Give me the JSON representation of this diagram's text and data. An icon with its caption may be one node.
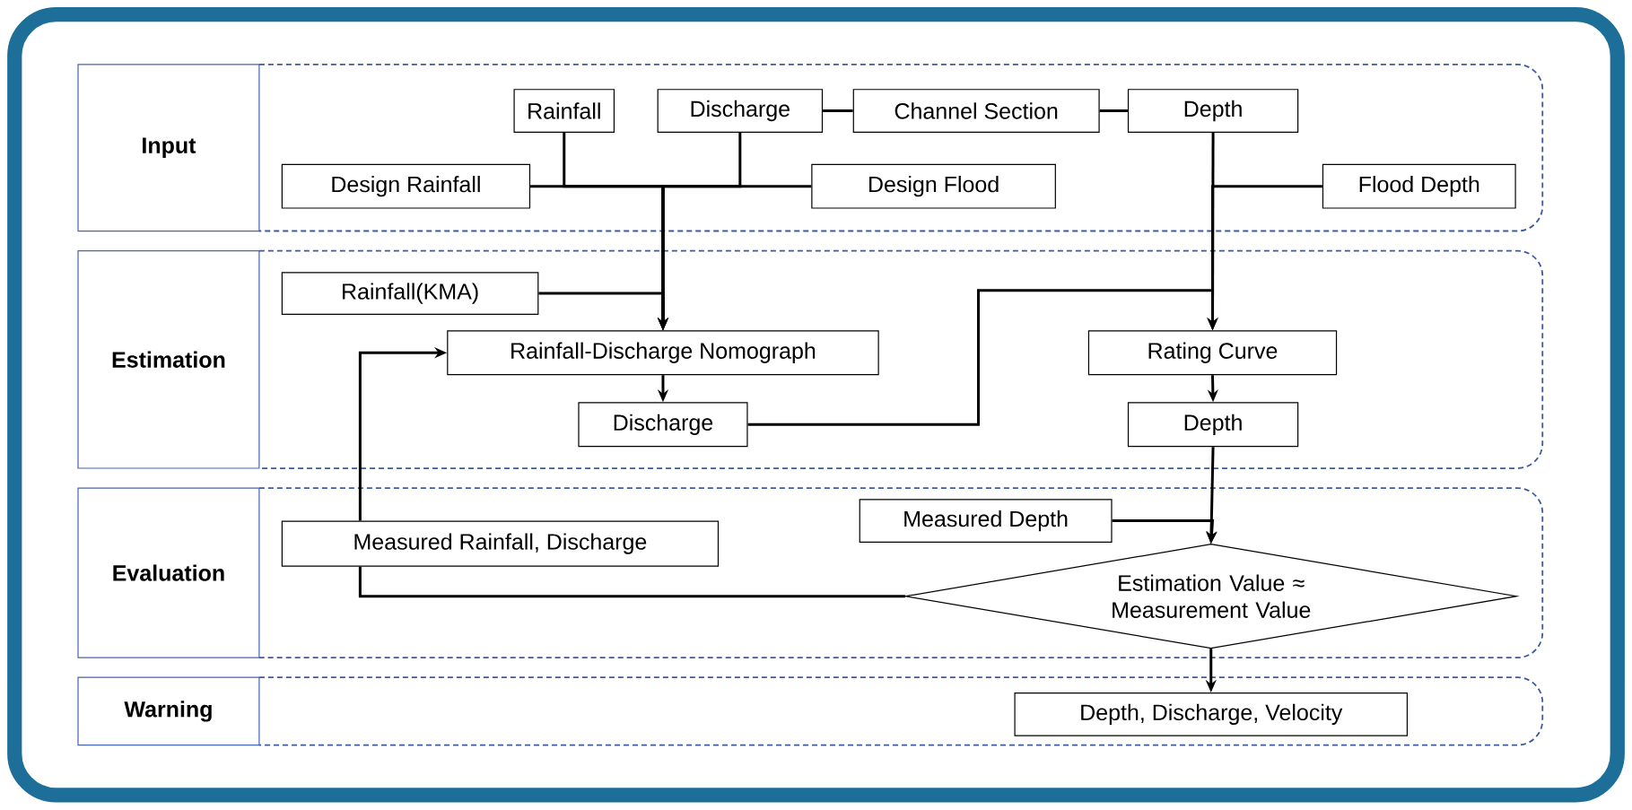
{
  "diagram": {
    "nodes": [
      {
        "text": [
          "Input"
        ]
      },
      {
        "text": [
          "Rainfall"
        ],
        "in": 0
      },
      {
        "text": [
          "Discharge"
        ],
        "in": 0
      },
      {
        "text": [
          "Channel Section"
        ],
        "in": 0
      },
      {
        "text": [
          "Depth"
        ],
        "in": 0
      },
      {
        "text": [
          "Design Rainfall"
        ],
        "in": 0
      },
      {
        "text": [
          "Design Flood"
        ],
        "in": 0
      },
      {
        "text": [
          "Flood Depth"
        ],
        "in": 0
      },
      {
        "text": [
          "Estimation"
        ]
      },
      {
        "text": [
          "Rainfall(KMA)"
        ],
        "in": 8
      },
      {
        "text": [
          "Rainfall-Discharge Nomograph"
        ],
        "in": 8
      },
      {
        "text": [
          "Rating Curve"
        ],
        "in": 8
      },
      {
        "text": [
          "Discharge"
        ],
        "in": 8
      },
      {
        "text": [
          "Depth"
        ],
        "in": 8
      },
      {
        "text": [
          "Evaluation"
        ]
      },
      {
        "text": [
          "Measured Depth"
        ],
        "in": 14
      },
      {
        "text": [
          "Measured Rainfall, Discharge"
        ],
        "in": 14
      },
      {
        "text": [
          "Estimation Value ≈ Measurement Value"
        ],
        "in": 14
      },
      {
        "text": [
          "Warning"
        ]
      },
      {
        "text": [
          "Depth, Discharge, Velocity"
        ],
        "in": 18
      }
    ],
    "edges": [
      {
        "from": 2,
        "to": 3,
        "arrow": "none"
      },
      {
        "from": 3,
        "to": 4,
        "arrow": "none"
      },
      {
        "from": 1,
        "to": 10,
        "arrow": "to"
      },
      {
        "from": 2,
        "to": 10,
        "arrow": "to"
      },
      {
        "from": 5,
        "to": 10,
        "arrow": "to"
      },
      {
        "from": 6,
        "to": 10,
        "arrow": "to"
      },
      {
        "from": 4,
        "to": 11,
        "arrow": "to"
      },
      {
        "from": 7,
        "to": 11,
        "arrow": "to"
      },
      {
        "from": 9,
        "to": 10,
        "arrow": "to"
      },
      {
        "from": 12,
        "to": 11,
        "arrow": "to"
      },
      {
        "from": 10,
        "to": 12,
        "arrow": "to"
      },
      {
        "from": 11,
        "to": 13,
        "arrow": "to"
      },
      {
        "from": 13,
        "to": 17,
        "arrow": "to"
      },
      {
        "from": 15,
        "to": 17,
        "arrow": "to"
      },
      {
        "from": 17,
        "to": 16,
        "arrow": "none"
      },
      {
        "from": 16,
        "to": 10,
        "arrow": "to"
      },
      {
        "from": 17,
        "to": 19,
        "arrow": "to"
      }
    ]
  }
}
